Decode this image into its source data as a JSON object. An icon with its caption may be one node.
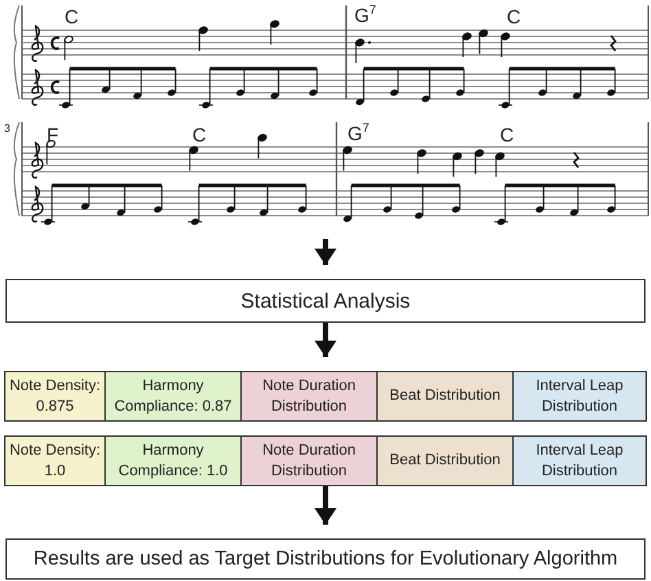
{
  "diagram": {
    "nodes": [
      {
        "text": [],
        "shape": "picture"
      },
      {
        "text": [
          "Statistical Analysis"
        ]
      },
      {
        "text": [
          "Note Density: 0.875"
        ]
      },
      {
        "text": [
          "Harmony Compliance: 0.87"
        ]
      },
      {
        "text": [
          "Note Duration Distribution"
        ]
      },
      {
        "text": [
          "Beat Distribution"
        ]
      },
      {
        "text": [
          "Interval Leap Distribution"
        ]
      },
      {
        "text": [
          "Note Density: 1.0"
        ]
      },
      {
        "text": [
          "Harmony Compliance: 1.0"
        ]
      },
      {
        "text": [
          "Note Duration Distribution"
        ]
      },
      {
        "text": [
          "Beat Distribution"
        ]
      },
      {
        "text": [
          "Interval Leap Distribution"
        ]
      },
      {
        "text": [
          "Results are used as Target Distributions for Evolutionary Algorithm"
        ]
      }
    ],
    "edges": [
      {
        "from": 0,
        "to": 1,
        "arrow": "to"
      },
      {
        "from": 1,
        "to": 4,
        "arrow": "to"
      },
      {
        "from": 9,
        "to": 12,
        "arrow": "to"
      }
    ],
    "labels": [
      "C",
      "G$^{7}$",
      "C",
      "3",
      "F",
      "C",
      "G$^{7}$",
      "C"
    ]
  }
}
